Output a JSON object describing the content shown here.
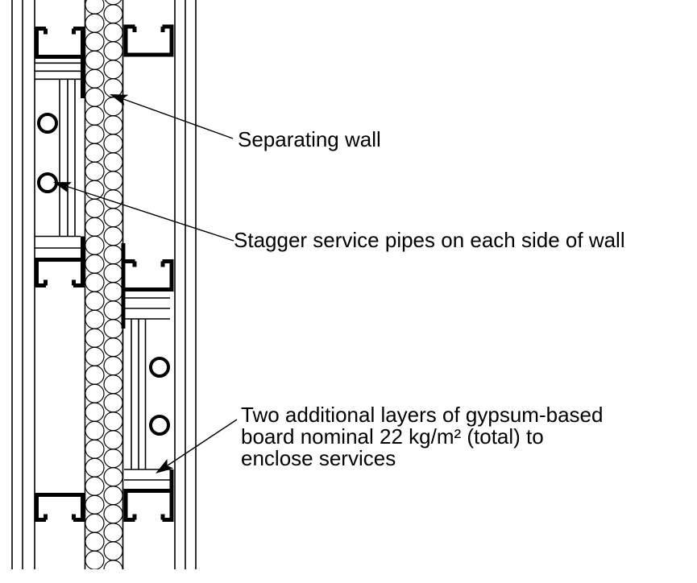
{
  "figure": {
    "callouts": {
      "separating_wall": "Separating wall",
      "stagger_pipes": "Stagger service pipes on each side of wall",
      "additional_layers_lines": [
        "Two additional layers of gypsum-based",
        "board nominal 22 kg/m² (total) to",
        "enclose services"
      ]
    },
    "colors": {
      "ink": "#000000",
      "paper": "#ffffff"
    }
  }
}
